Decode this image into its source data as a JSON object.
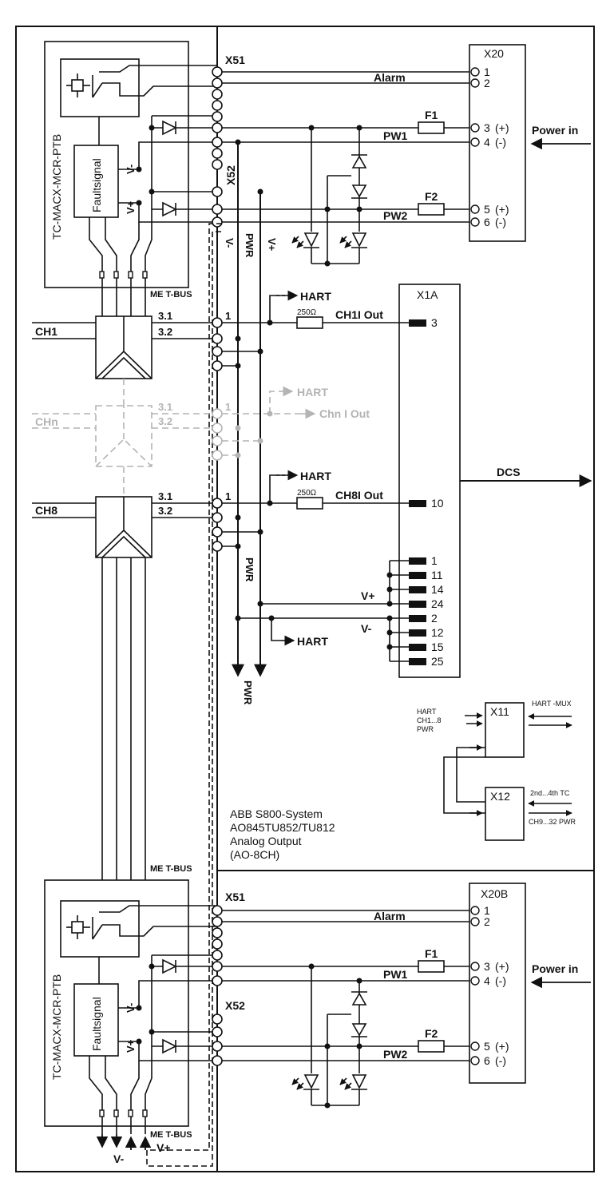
{
  "module": {
    "name": "TC-MACX-MCR-PTB",
    "faultsignal": "Faultsignal",
    "v_minus": "V-",
    "v_plus": "V+"
  },
  "connectors": {
    "x51": "X51",
    "x52": "X52",
    "x20": "X20",
    "x20b": "X20B",
    "x1a": "X1A",
    "x11": "X11",
    "x12": "X12",
    "me_tbus": "ME T-BUS"
  },
  "power_block": {
    "alarm": "Alarm",
    "f1": "F1",
    "f2": "F2",
    "pw1": "PW1",
    "pw2": "PW2",
    "power_in": "Power in",
    "pins": [
      "1",
      "2",
      "3",
      "4",
      "5",
      "6"
    ],
    "pin_signs": [
      "(+)",
      "(-)",
      "(+)",
      "(-)"
    ]
  },
  "bus": {
    "v_minus": "V-",
    "pwr": "PWR",
    "v_plus": "V+"
  },
  "channels": [
    {
      "name": "CH1",
      "p31": "3.1",
      "p32": "3.2",
      "pin": "1",
      "hart": "HART",
      "resistor": "250Ω",
      "out": "CH1I Out",
      "x1a_pin": "3"
    },
    {
      "name": "CHn",
      "p31": "3.1",
      "p32": "3.2",
      "pin": "1",
      "hart": "HART",
      "out": "Chn I Out"
    },
    {
      "name": "CH8",
      "p31": "3.1",
      "p32": "3.2",
      "pin": "1",
      "hart": "HART",
      "resistor": "250Ω",
      "out": "CH8I Out",
      "x1a_pin": "10"
    }
  ],
  "x1a_pins": {
    "vplus": [
      "1",
      "11",
      "14",
      "24"
    ],
    "vminus": [
      "2",
      "12",
      "15",
      "25"
    ],
    "vplus_label": "V+",
    "vminus_label": "V-",
    "hart": "HART"
  },
  "dcs": "DCS",
  "pwr_label": "PWR",
  "x11_block": {
    "hart_mux": "HART -MUX",
    "left_lines": [
      "HART",
      "CH1...8",
      "PWR"
    ],
    "tc": "2nd...4th TC",
    "ch932": "CH9...32 PWR"
  },
  "system": {
    "line1": "ABB S800-System",
    "line2": "AO845TU852/TU812",
    "line3": "Analog Output",
    "line4": "(AO-8CH)"
  },
  "bottom": {
    "v_minus": "V-",
    "v_plus": "V+"
  }
}
